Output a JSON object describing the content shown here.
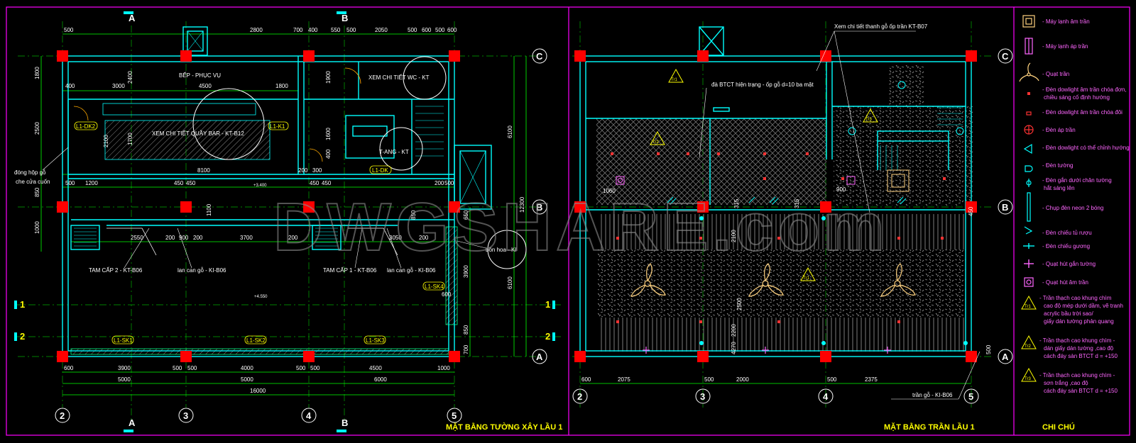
{
  "watermark": "DWGSHARE.com",
  "titles": {
    "left": "MẶT BẰNG TƯỜNG XÂY LẦU 1",
    "right": "MẶT BẰNG TRẦN LẦU 1",
    "legend": "CHI CHÚ"
  },
  "grid_labels": {
    "a": "A",
    "b": "B",
    "c": "C",
    "n1": "1",
    "n2": "2",
    "n3": "3",
    "n4": "4",
    "n5": "5"
  },
  "left_plan": {
    "dims_top": [
      "500",
      "2800",
      "700",
      "400",
      "550",
      "500",
      "2050",
      "500",
      "600",
      "500",
      "600"
    ],
    "dims_inner": [
      "400",
      "3000",
      "4500",
      "1800"
    ],
    "dims_mid": [
      "8100",
      "200",
      "300",
      "500",
      "1200",
      "450",
      "450",
      "450",
      "450",
      "200",
      "500"
    ],
    "dims_row2": [
      "2550",
      "200",
      "900",
      "200",
      "3700",
      "200",
      "3050",
      "200"
    ],
    "dims_bottom1": [
      "600",
      "3900",
      "500",
      "500",
      "4000",
      "500",
      "500",
      "4500",
      "1000"
    ],
    "dims_bottom2": [
      "5000",
      "5000",
      "6000"
    ],
    "dims_total": "16000",
    "dims_left": [
      "1800",
      "2500",
      "850",
      "1000"
    ],
    "dims_right": [
      "6100",
      "12300",
      "6100",
      "3900",
      "850",
      "700",
      "650",
      "600",
      "850"
    ],
    "dims_vert_inner": [
      "2400",
      "1900",
      "1600",
      "1700",
      "400",
      "1100",
      "2100"
    ],
    "labels": {
      "kitchen": "BẾP - PHỤC VỤ",
      "wc": "XEM CHI TIẾT WC - KT",
      "bar": "XEM CHI TIẾT QUẦY BAR - KT-B12",
      "stair": "T-ANG - KT",
      "box": "đóng hộp gỗ",
      "box2": "che cửa cuốn",
      "step2": "TAM CẤP 2 - KT-B06",
      "rail1": "lan can gỗ - KI-B06",
      "step1": "TAM CẤP 1 - KT-B06",
      "rail2": "lan can gỗ - KI-B06",
      "planter": "bồn hoa - KI",
      "lvl1": "+3.400",
      "lvl2": "+4.550"
    },
    "tags": {
      "dk2": "L1-DK2",
      "k1": "L1-K1",
      "dk": "L1-DK",
      "sk1": "L1-SK1",
      "sk2": "L1-SK2",
      "sk3": "L1-SK3",
      "sk4": "L1-SK4"
    }
  },
  "right_plan": {
    "dims_bottom": [
      "600",
      "2075",
      "500",
      "2000",
      "500",
      "2375"
    ],
    "dims_vert": [
      "1060",
      "900",
      "2100",
      "2500",
      "2200",
      "4270",
      "500",
      "450",
      "315",
      "315"
    ],
    "labels": {
      "detail": "Xem chi tiết thanh gỗ ốp trần KT-B07",
      "slab": "đà BTCT hiện trạng - ốp gỗ d=10 ba mặt",
      "ceiling": "trần gỗ - KI-B06"
    },
    "tags": {
      "tr1": "Tr1",
      "tr2": "Tr2",
      "tr3": "Tr3"
    }
  },
  "legend": {
    "items": [
      {
        "icon": "ceiling-ac-icon",
        "label": "- Máy lạnh âm trần"
      },
      {
        "icon": "wall-ac-icon",
        "label": "- Máy lạnh áp trần"
      },
      {
        "icon": "ceiling-fan-icon",
        "label": "- Quạt trần"
      },
      {
        "icon": "single-downlight-icon",
        "label": "- Đèn dowlight âm trần chóa đơn,",
        "label2": "chiều sáng cố định hướng"
      },
      {
        "icon": "double-downlight-icon",
        "label": "- Đèn dowlight âm trần chóa đôi"
      },
      {
        "icon": "surface-light-icon",
        "label": "- Đèn áp trần"
      },
      {
        "icon": "adjustable-downlight-icon",
        "label": "- Đèn dowlight có thể chỉnh hướng"
      },
      {
        "icon": "wall-light-icon",
        "label": "- Đèn tường"
      },
      {
        "icon": "uplight-icon",
        "label": "- Đèn gắn dưới chân tường",
        "label2": "hắt sáng lên"
      },
      {
        "icon": "neon-light-icon",
        "label": "- Chụp đèn neon 2 bóng"
      },
      {
        "icon": "spotlight-icon",
        "label": "- Đèn chiếu tủ rượu"
      },
      {
        "icon": "mirror-light-icon",
        "label": "- Đèn chiếu gương"
      },
      {
        "icon": "wall-exhaust-icon",
        "label": "- Quạt hút gắn tường"
      },
      {
        "icon": "ceiling-exhaust-icon",
        "label": "- Quạt hút âm trần"
      },
      {
        "icon": "ceiling-tr1-icon",
        "tag": "Tr1",
        "lines": [
          "- Trần thạch cao khung chìm",
          "cao độ mép dưới dầm, vẽ tranh",
          "acrylic bầu trời sao/",
          "giấy dán tường phản quang"
        ]
      },
      {
        "icon": "ceiling-tr2-icon",
        "tag": "Tr2",
        "lines": [
          "- Trần thạch cao khung chìm -",
          "dán giấy dán tường ,cao độ",
          "cách đáy sàn BTCT d = +150"
        ]
      },
      {
        "icon": "ceiling-tr3-icon",
        "tag": "Tr3",
        "lines": [
          "- Trần thạch cao khung chìm -",
          "sơn trắng ,cao độ",
          "cách đáy sàn BTCT d = +150"
        ]
      }
    ]
  },
  "colors": {
    "wall": "#00ffff",
    "column": "#ff0000",
    "grid": "#00ff00",
    "dim": "#00ff00",
    "frame": "#ff00ff",
    "annotation": "#ffffff",
    "tag": "#ffff00",
    "hatch": "#7a7a7a"
  }
}
